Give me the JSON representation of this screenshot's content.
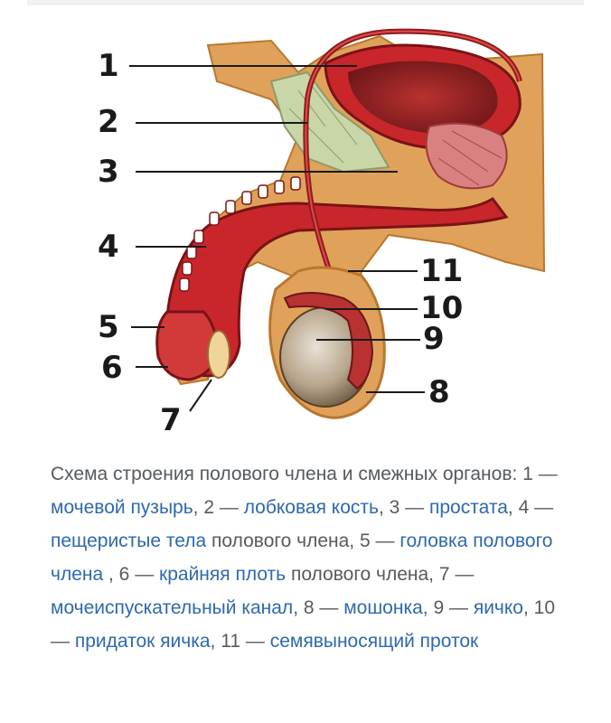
{
  "figure": {
    "labels": [
      "1",
      "2",
      "3",
      "4",
      "5",
      "6",
      "7",
      "8",
      "9",
      "10",
      "11"
    ]
  },
  "caption": {
    "intro": "Схема строения полового члена и смежных органов: ",
    "sep": " — ",
    "items": [
      {
        "num": "1",
        "term": "мочевой пузырь",
        "after": ", "
      },
      {
        "num": "2",
        "term": "лобковая кость",
        "after": ", "
      },
      {
        "num": "3",
        "term": "простата",
        "after": ", "
      },
      {
        "num": "4",
        "term": "пещеристые тела",
        "after": " полового члена, "
      },
      {
        "num": "5",
        "term": "головка полового члена",
        "after": " , "
      },
      {
        "num": "6",
        "term": "крайняя плоть",
        "after": " полового члена, "
      },
      {
        "num": "7",
        "term": "мочеиспускательный канал",
        "after": ", "
      },
      {
        "num": "8",
        "term": "мошонка",
        "after": ", "
      },
      {
        "num": "9",
        "term": "яичко",
        "after": ", "
      },
      {
        "num": "10",
        "term": "придаток яичка",
        "after": ", "
      },
      {
        "num": "11",
        "term": "семявыносящий проток",
        "after": ""
      }
    ]
  },
  "colors": {
    "tissue_orange": "#e0a25a",
    "muscle_red": "#c8262b",
    "dark_red": "#8e1b1e",
    "bone_green": "#c9d6a8",
    "testis_gray": "#b8a58c",
    "caption_text": "#555a5f",
    "caption_link": "#2e69ad"
  }
}
